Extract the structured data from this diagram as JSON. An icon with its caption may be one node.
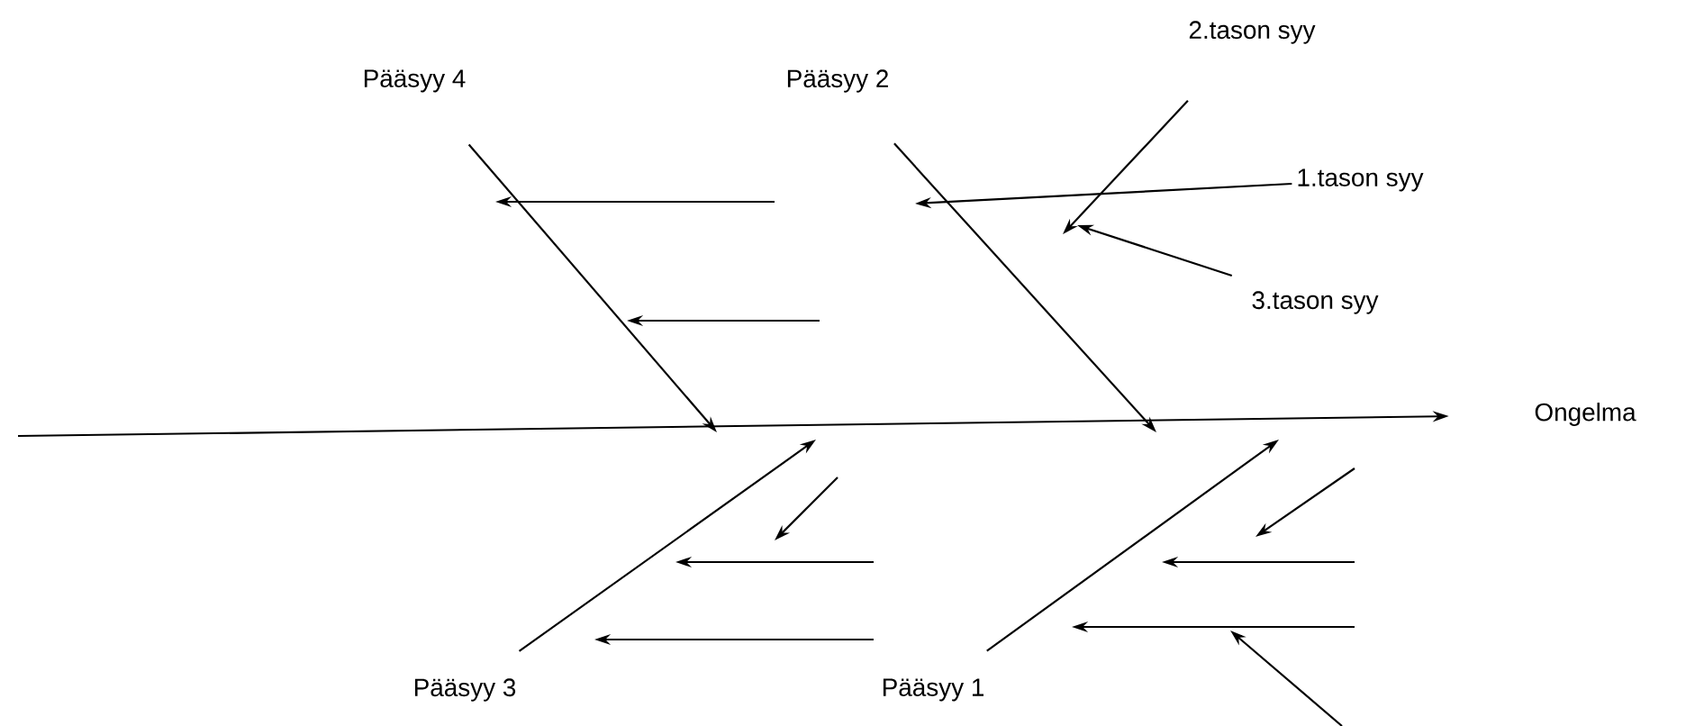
{
  "diagram": {
    "nodes": [
      {
        "text": [
          "Pääsyy 4"
        ]
      },
      {
        "text": [
          "Pääsyy 2"
        ]
      },
      {
        "text": [
          "2.tason syy"
        ]
      },
      {
        "text": [
          "1.tason syy"
        ]
      },
      {
        "text": [
          "3.tason syy"
        ]
      },
      {
        "text": [
          "Ongelma"
        ]
      },
      {
        "text": [
          "Pääsyy 3"
        ]
      },
      {
        "text": [
          "Pääsyy 1"
        ]
      }
    ],
    "edges": [
      {
        "from": 0,
        "to": null,
        "arrow": "to"
      },
      {
        "from": 1,
        "to": null,
        "arrow": "to"
      },
      {
        "from": 2,
        "to": null,
        "arrow": "to"
      },
      {
        "from": 3,
        "to": null,
        "arrow": "to"
      },
      {
        "from": 4,
        "to": null,
        "arrow": "to"
      },
      {
        "from": null,
        "to": 5,
        "arrow": "to"
      },
      {
        "from": 6,
        "to": null,
        "arrow": "to"
      },
      {
        "from": 7,
        "to": null,
        "arrow": "to"
      }
    ]
  }
}
